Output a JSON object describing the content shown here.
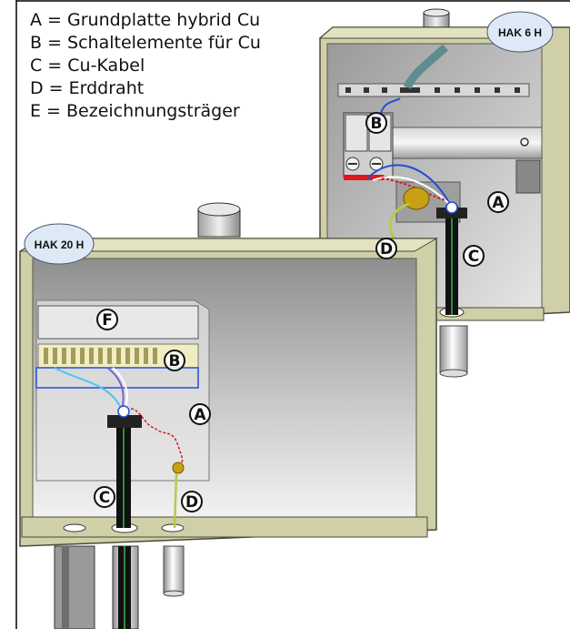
{
  "legend": [
    {
      "letter": "A",
      "text": "A = Grundplatte hybrid Cu"
    },
    {
      "letter": "B",
      "text": "B = Schaltelemente für Cu"
    },
    {
      "letter": "C",
      "text": "C = Cu-Kabel"
    },
    {
      "letter": "D",
      "text": "D = Erddraht"
    },
    {
      "letter": "E",
      "text": "E = Bezeichnungsträger"
    }
  ],
  "boxes": {
    "small": {
      "badge": "HAK 6 H"
    },
    "large": {
      "badge": "HAK 20 H"
    }
  },
  "callouts": {
    "small_a": "A",
    "small_b": "B",
    "small_c": "C",
    "small_d": "D",
    "large_a": "A",
    "large_b": "B",
    "large_c": "C",
    "large_d": "D",
    "large_f": "F"
  },
  "colors": {
    "housing": "#cfcfa8",
    "housing_edge": "#4a4a3a",
    "interior": "#c9c9c9",
    "cable": "#111111",
    "cable_stripe": "#39b54a",
    "earth_wire": "#b9c94a",
    "red_wire": "#e0161d",
    "blue_wire": "#1f4fd6",
    "badge_fill": "#dde9f6"
  }
}
